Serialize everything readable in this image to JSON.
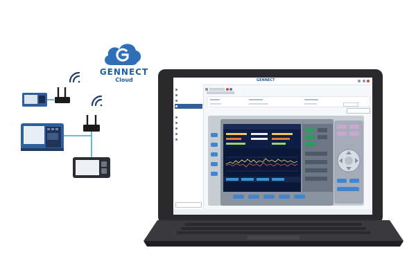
{
  "brand": {
    "name": "GENNECT",
    "subtitle": "Cloud",
    "colors": {
      "brand_blue": "#1d5ea8",
      "logo_cloud": "#2f6fb8",
      "connection_line": "#38a7d6"
    }
  },
  "app": {
    "logo_text": "GENNECT",
    "icons": [
      "grid-icon",
      "list-icon",
      "bell-icon",
      "user-icon",
      "settings-icon"
    ]
  }
}
